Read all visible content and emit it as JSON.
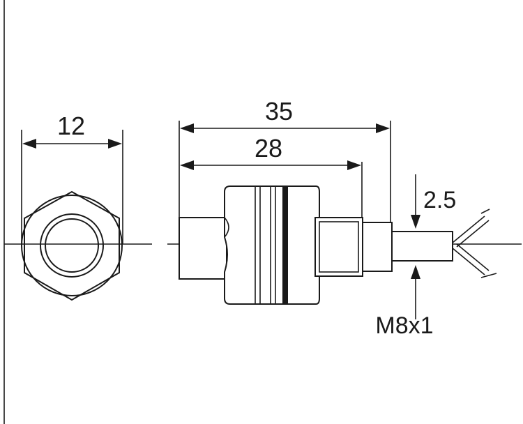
{
  "dimensions": {
    "front_width": "12",
    "overall_length": "35",
    "thread_length": "28",
    "cable_offset": "2.5",
    "thread_spec": "M8x1"
  },
  "colors": {
    "line": "#1a1a1a",
    "background": "#ffffff"
  }
}
